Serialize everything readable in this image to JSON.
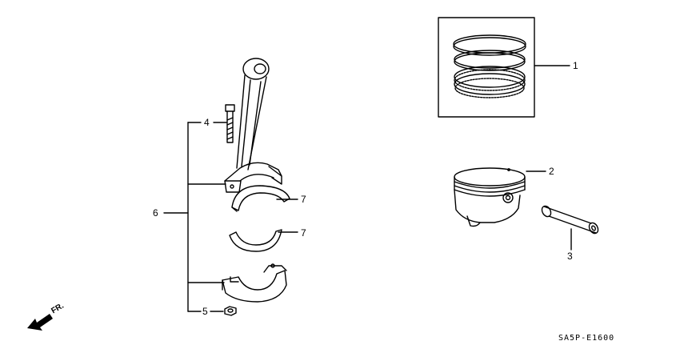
{
  "callouts": {
    "c1": "1",
    "c2": "2",
    "c3": "3",
    "c4": "4",
    "c5": "5",
    "c6": "6",
    "c7a": "7",
    "c7b": "7"
  },
  "direction_label": "FR.",
  "diagram_code": "SA5P-E1600",
  "parts": [
    {
      "ref": "1",
      "icon": "piston-ring-set"
    },
    {
      "ref": "2",
      "icon": "piston"
    },
    {
      "ref": "3",
      "icon": "piston-pin"
    },
    {
      "ref": "4",
      "icon": "connecting-rod-bolt"
    },
    {
      "ref": "5",
      "icon": "connecting-rod-nut"
    },
    {
      "ref": "6",
      "icon": "connecting-rod-assembly"
    },
    {
      "ref": "7",
      "icon": "connecting-rod-bearing"
    }
  ]
}
